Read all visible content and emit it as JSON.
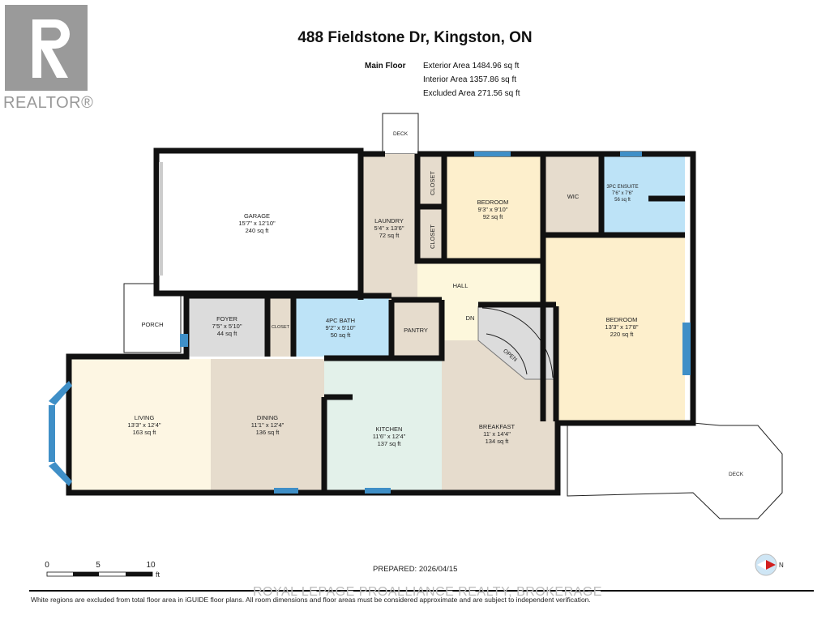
{
  "header": {
    "title": "488 Fieldstone Dr, Kingston, ON"
  },
  "logo": {
    "text": "REALTOR®"
  },
  "areas": {
    "floor": "Main Floor",
    "exterior": "Exterior Area 1484.96 sq ft",
    "interior": "Interior Area 1357.86 sq ft",
    "excluded": "Excluded Area 271.56 sq ft"
  },
  "rooms": {
    "garage": {
      "name": "GARAGE",
      "dims": "15'7\" x 12'10\"",
      "area": "240 sq ft"
    },
    "laundry": {
      "name": "LAUNDRY",
      "dims": "5'4\" x 13'6\"",
      "area": "72 sq ft"
    },
    "closet1": {
      "name": "CLOSET"
    },
    "closet2": {
      "name": "CLOSET"
    },
    "closet3": {
      "name": "CLOSET"
    },
    "bedroom1": {
      "name": "BEDROOM",
      "dims": "9'3\" x 9'10\"",
      "area": "92 sq ft"
    },
    "wic": {
      "name": "WIC"
    },
    "ensuite": {
      "name": "3PC ENSUITE",
      "dims": "7'6\" x 7'6\"",
      "area": "56 sq ft"
    },
    "bedroom2": {
      "name": "BEDROOM",
      "dims": "13'3\" x 17'8\"",
      "area": "220 sq ft"
    },
    "hall": {
      "name": "HALL"
    },
    "dn": {
      "name": "DN"
    },
    "open": {
      "name": "OPEN"
    },
    "porch": {
      "name": "PORCH"
    },
    "foyer": {
      "name": "FOYER",
      "dims": "7'5\" x 5'10\"",
      "area": "44 sq ft"
    },
    "bath": {
      "name": "4PC BATH",
      "dims": "9'2\" x 5'10\"",
      "area": "50 sq ft"
    },
    "pantry": {
      "name": "PANTRY"
    },
    "living": {
      "name": "LIVING",
      "dims": "13'3\" x 12'4\"",
      "area": "163 sq ft"
    },
    "dining": {
      "name": "DINING",
      "dims": "11'1\" x 12'4\"",
      "area": "136 sq ft"
    },
    "kitchen": {
      "name": "KITCHEN",
      "dims": "11'6\" x 12'4\"",
      "area": "137 sq ft"
    },
    "breakfast": {
      "name": "BREAKFAST",
      "dims": "11' x 14'4\"",
      "area": "134 sq ft"
    },
    "deck_top": {
      "name": "DECK"
    },
    "deck_right": {
      "name": "DECK"
    }
  },
  "scale": {
    "t0": "0",
    "t5": "5",
    "t10": "10",
    "unit": "ft"
  },
  "compass": {
    "label": "N"
  },
  "prepared": "PREPARED: 2026/04/15",
  "watermark": "ROYAL LEPAGE PROALLIANCE REALTY, BROKERAGE",
  "disclaimer": "White regions are excluded from total floor area in iGUIDE floor plans. All room dimensions and floor areas must be considered approximate and are subject to independent verification.",
  "colors": {
    "wall": "#111111",
    "window": "#3f8fc7",
    "living": "#fdf6e3",
    "beige": "#e6dccd",
    "kitchen": "#e3f1ea",
    "bedroom": "#fdefcc",
    "bath": "#bde3f7",
    "hall": "#fdf7dc",
    "foyer": "#dcdcdc"
  }
}
